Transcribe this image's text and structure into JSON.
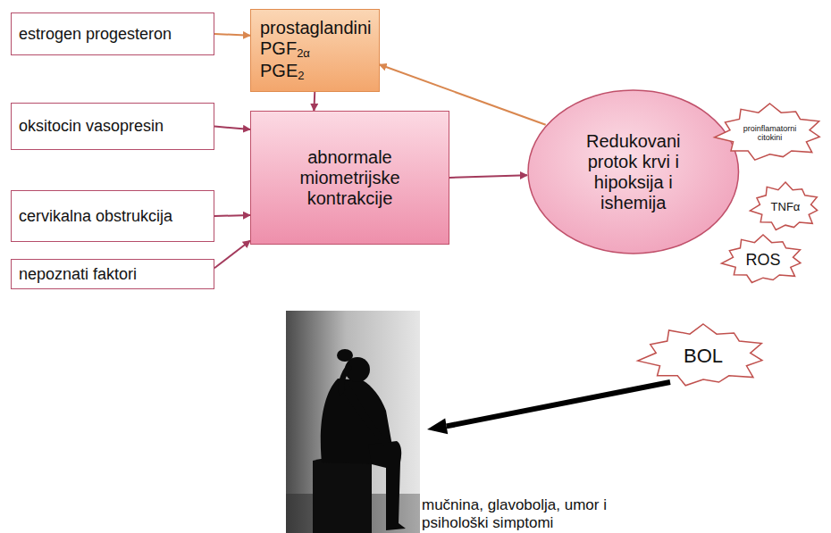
{
  "diagram": {
    "nodes": [
      {
        "text": [
          "estrogen progesteron"
        ]
      },
      {
        "text": [
          "prostaglandini PGF2α PGE2"
        ]
      },
      {
        "text": [
          "oksitocin vasopresin"
        ]
      },
      {
        "text": [
          "abnormale miometrijske kontrakcije"
        ]
      },
      {
        "text": [
          "cervikalna obstrukcija"
        ]
      },
      {
        "text": [
          "nepoznati faktori"
        ]
      },
      {
        "text": [
          "Redukovani protok krvi i hipoksija i ishemija"
        ]
      },
      {
        "text": [
          "proinflamatorni citokini"
        ]
      },
      {
        "text": [
          "TNFα"
        ]
      },
      {
        "text": [
          "ROS"
        ]
      },
      {
        "text": [
          "BOL"
        ]
      }
    ],
    "edges": [
      {
        "from": 0,
        "to": 1,
        "arrow": "to"
      },
      {
        "from": 1,
        "to": 3,
        "arrow": "to"
      },
      {
        "from": 2,
        "to": 3,
        "arrow": "to"
      },
      {
        "from": 4,
        "to": 3,
        "arrow": "to"
      },
      {
        "from": 5,
        "to": 3,
        "arrow": "to"
      },
      {
        "from": 3,
        "to": 6,
        "arrow": "to"
      },
      {
        "from": 6,
        "to": 1,
        "arrow": "to"
      }
    ],
    "labels": [
      "mučnina, glavobolja, umor i psihološki simptomi"
    ]
  }
}
